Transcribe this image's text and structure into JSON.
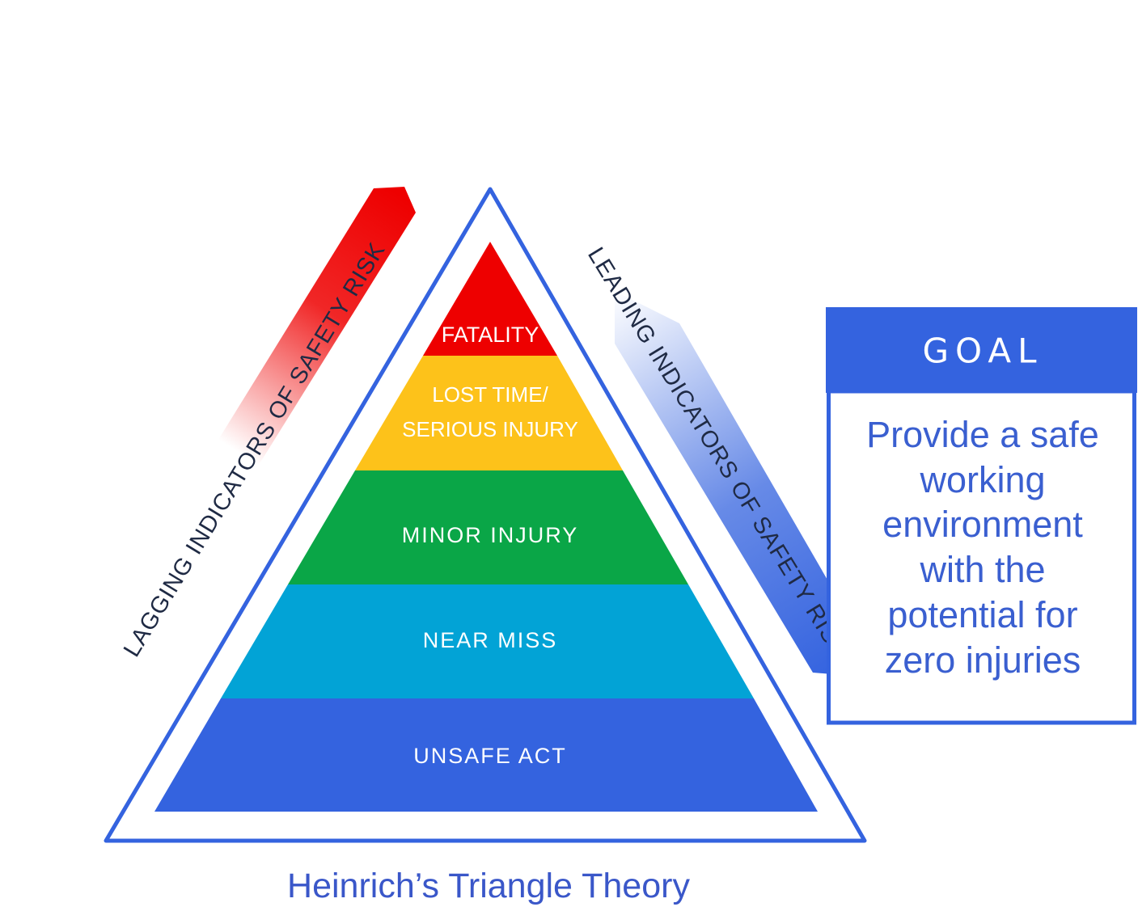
{
  "caption": "Heinrich’s Triangle Theory",
  "tiers": [
    {
      "lines": [
        "FATALITY"
      ],
      "color": "#ee0000"
    },
    {
      "lines": [
        "LOST TIME/",
        "SERIOUS INJURY"
      ],
      "color": "#fdc21a"
    },
    {
      "lines": [
        "MINOR INJURY"
      ],
      "color": "#0aa647"
    },
    {
      "lines": [
        "NEAR MISS"
      ],
      "color": "#02a3d6"
    },
    {
      "lines": [
        "UNSAFE ACT"
      ],
      "color": "#3463df"
    }
  ],
  "lagging_indicator": {
    "label": "LAGGING INDICATORS OF SAFETY RISK",
    "color": "#ee0000"
  },
  "leading_indicator": {
    "label": "LEADING INDICATORS OF SAFETY RISK",
    "color": "#3463df"
  },
  "goal": {
    "header": "GOAL",
    "lines": [
      "Provide a safe",
      "working",
      "environment",
      "with the",
      "potential for",
      "zero injuries"
    ],
    "accent_color": "#3463df"
  },
  "outline_color": "#3463df"
}
